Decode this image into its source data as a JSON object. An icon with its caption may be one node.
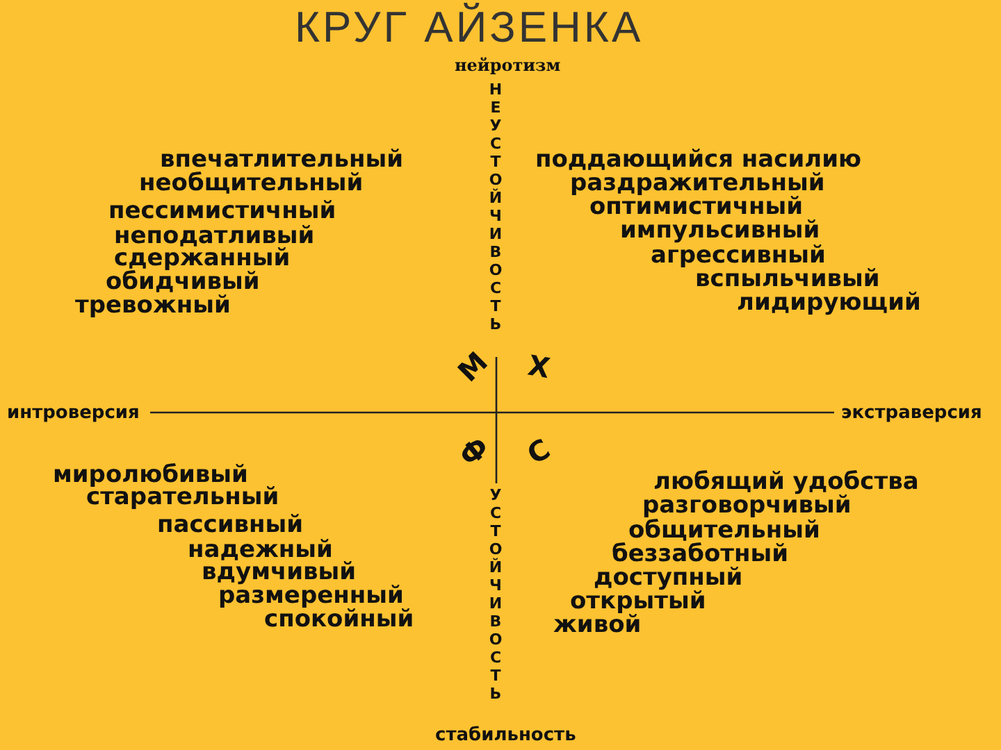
{
  "diagram": {
    "title": "КРУГ АЙЗЕНКА",
    "labels": [
      "нейротизм",
      "НЕУСТОЙЧИВОСТЬ",
      "впечатлительный",
      "необщительный",
      "пессимистичный",
      "неподатливый",
      "сдержанный",
      "обидчивый",
      "тревожный",
      "поддающийся насилию",
      "раздражительный",
      "оптимистичный",
      "импульсивный",
      "агрессивный",
      "вспыльчивый",
      "лидирующий",
      "М",
      "Х",
      "интроверсия",
      "экстраверсия",
      "Ф",
      "С",
      "миролюбивый",
      "старательный",
      "пассивный",
      "надежный",
      "вдумчивый",
      "размеренный",
      "спокойный",
      "любящий удобства",
      "разговорчивый",
      "общительный",
      "беззаботный",
      "доступный",
      "открытый",
      "живой",
      "УСТОЙЧИВОСТЬ",
      "стабильность"
    ]
  }
}
